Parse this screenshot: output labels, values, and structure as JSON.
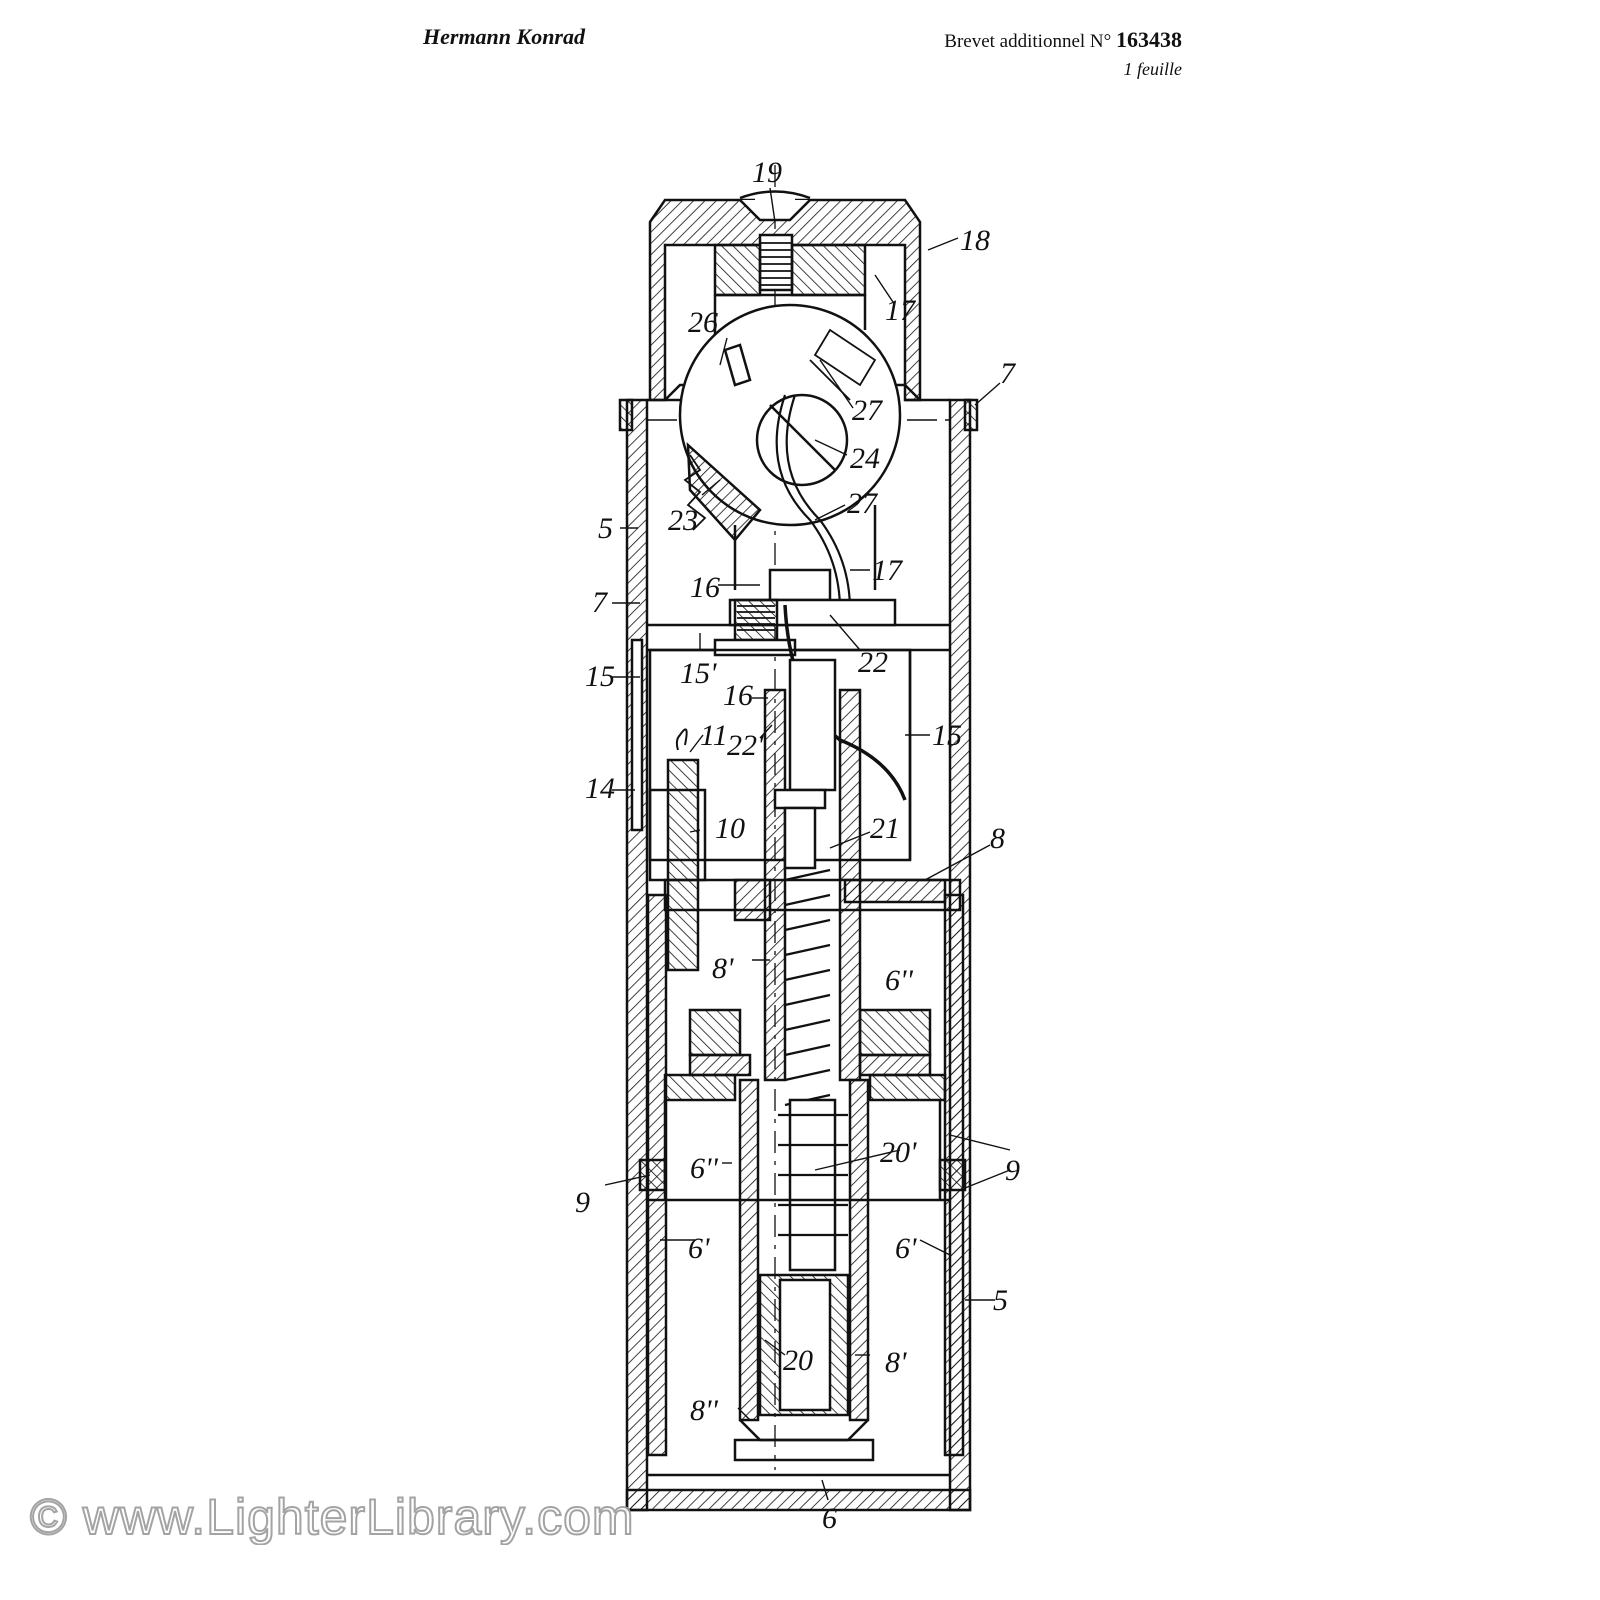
{
  "header": {
    "inventor": "Hermann Konrad",
    "patent_prefix": "Brevet additionnel",
    "patent_no_label": "N°",
    "patent_number": "163438",
    "sheet_count": "1 feuille"
  },
  "watermark": "© www.LighterLibrary.com",
  "reference_numerals": [
    "19",
    "18",
    "17",
    "26",
    "27",
    "7",
    "24",
    "23",
    "27",
    "5",
    "17",
    "16",
    "7",
    "22",
    "15",
    "15'",
    "16",
    "22'",
    "15",
    "11",
    "14",
    "21",
    "10",
    "8",
    "8'",
    "6''",
    "6''",
    "20'",
    "9",
    "9",
    "6'",
    "6'",
    "5",
    "20",
    "8'",
    "8''",
    "6"
  ]
}
